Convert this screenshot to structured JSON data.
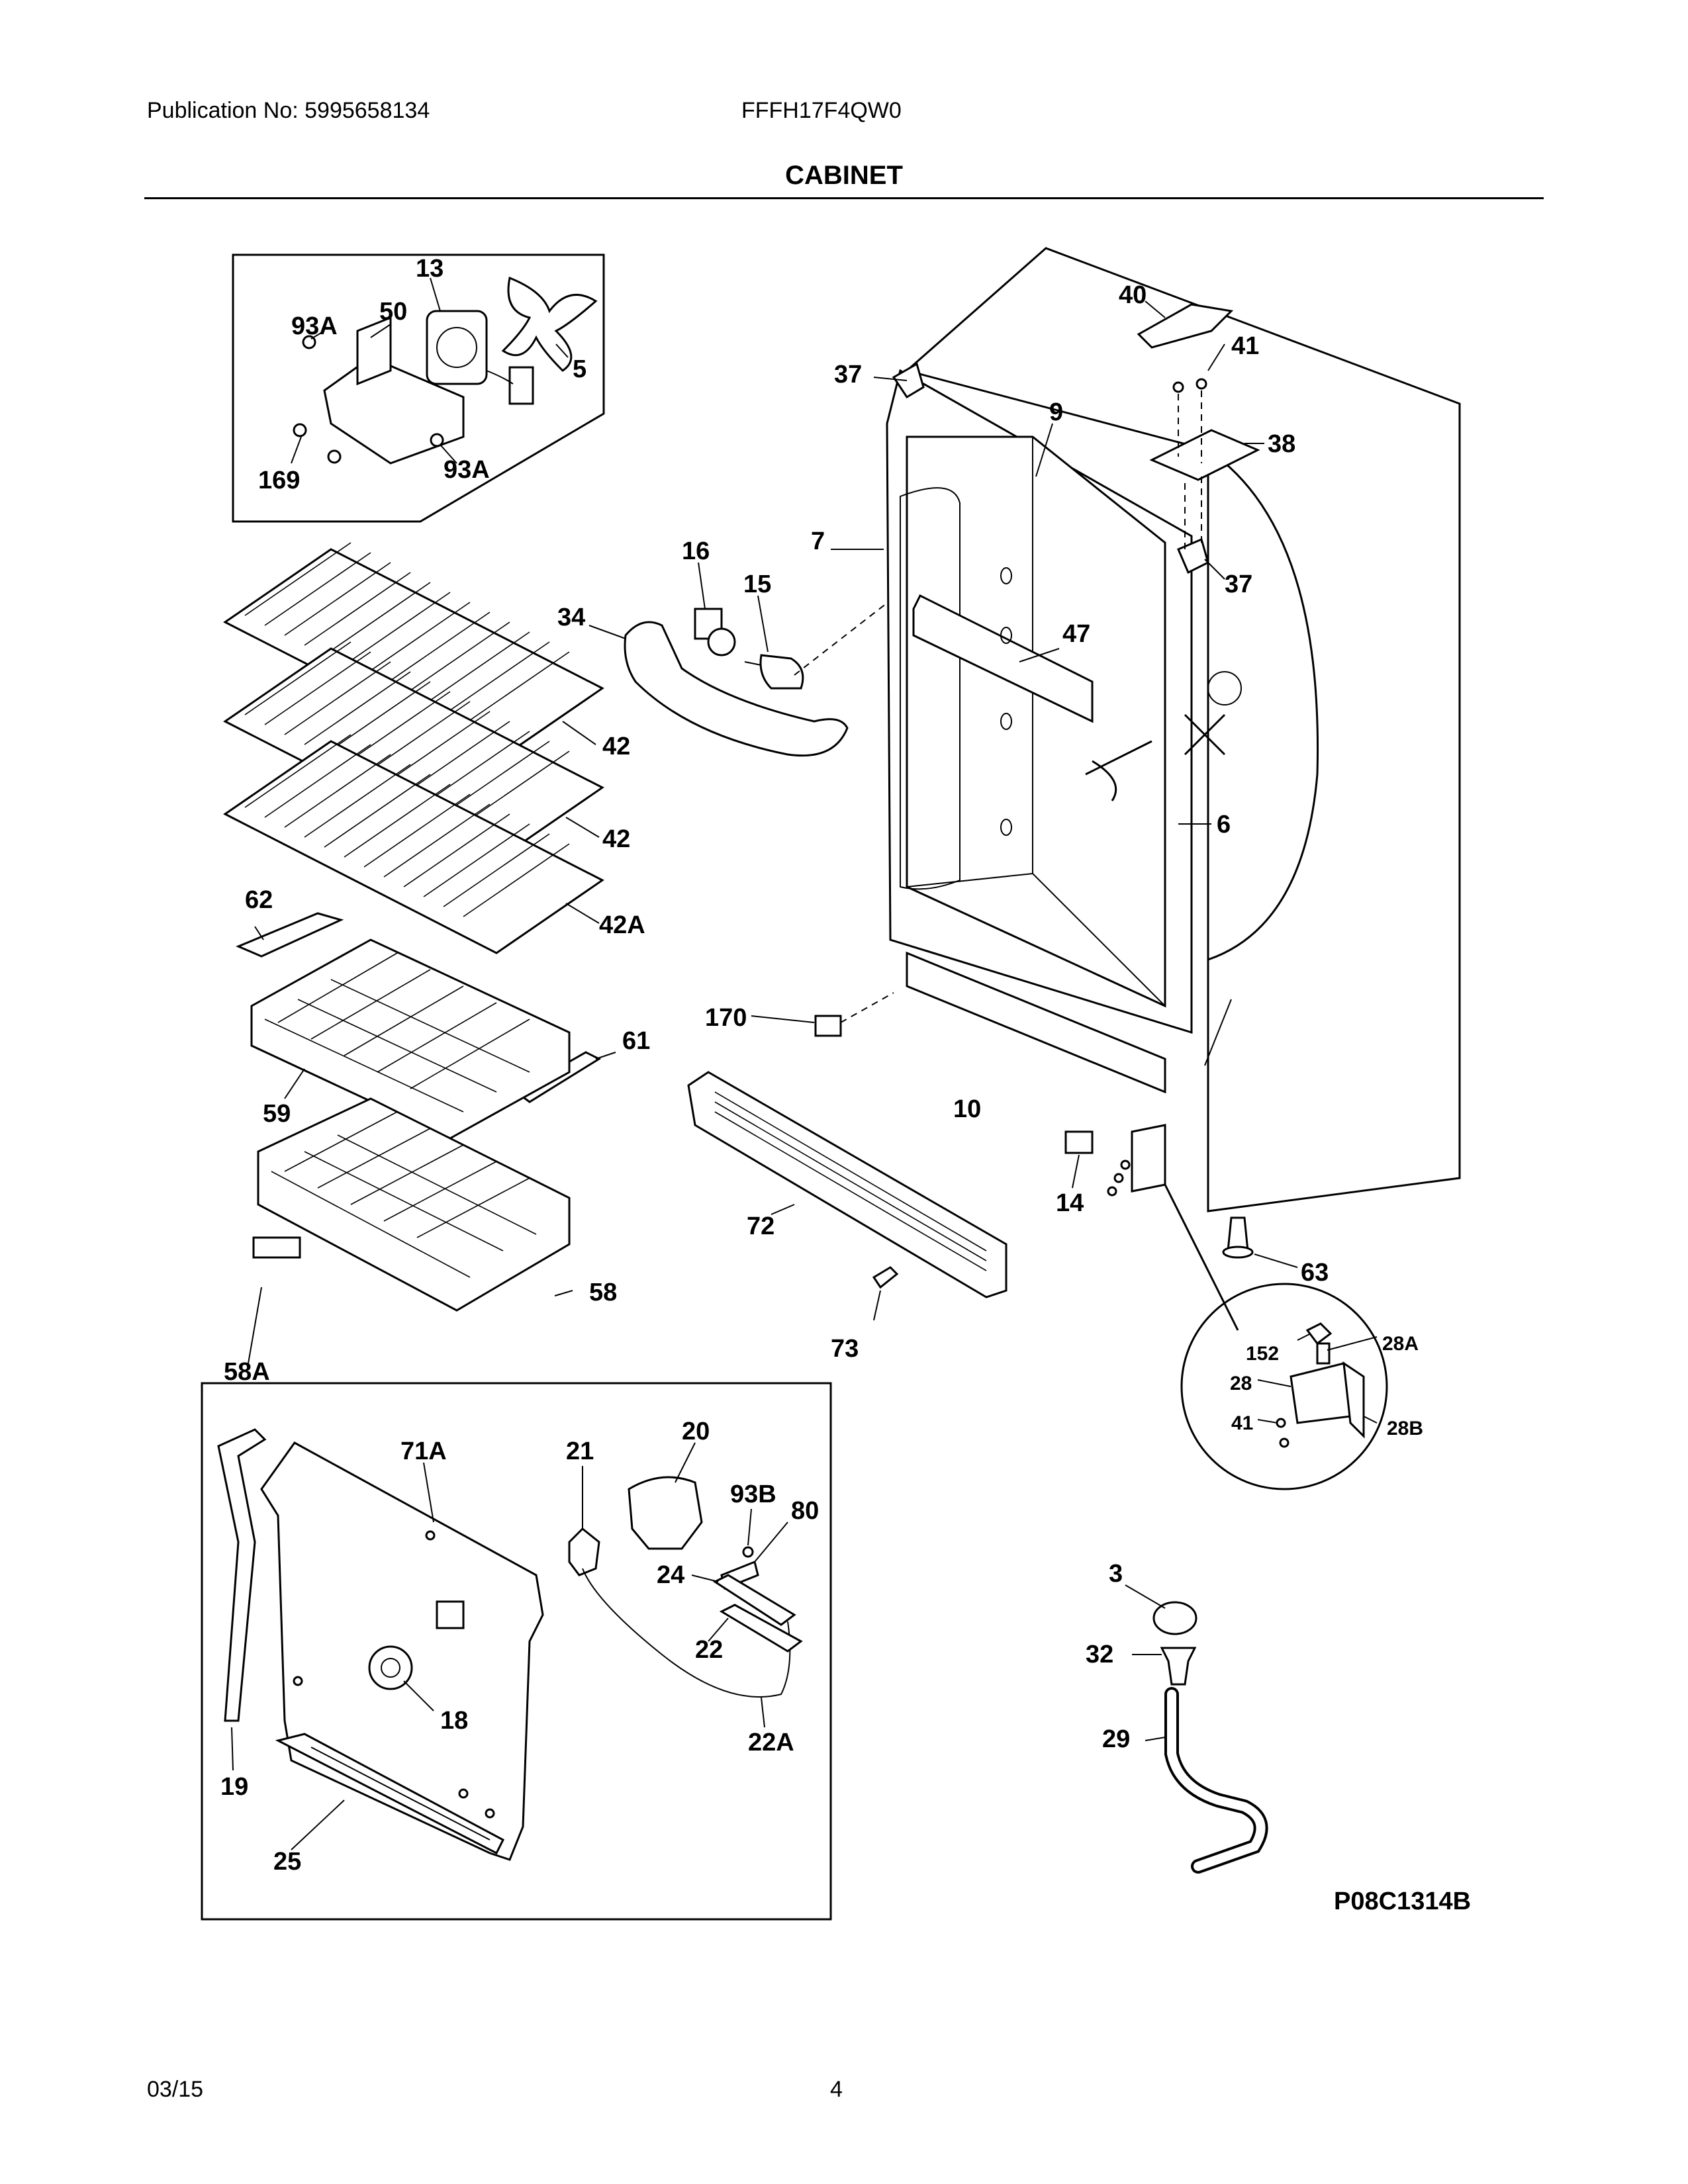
{
  "header": {
    "publication": "Publication No: 5995658134",
    "model": "FFFH17F4QW0",
    "title": "CABINET"
  },
  "footer": {
    "date": "03/15",
    "page": "4"
  },
  "diagram_code": "P08C1314B",
  "part_callouts": {
    "c13": "13",
    "c50": "50",
    "c93a_1": "93A",
    "c5": "5",
    "c169": "169",
    "c93a_2": "93A",
    "c37_1": "37",
    "c40": "40",
    "c41_1": "41",
    "c9": "9",
    "c38": "38",
    "c37_2": "37",
    "c16": "16",
    "c15": "15",
    "c7": "7",
    "c34": "34",
    "c47": "47",
    "c42_1": "42",
    "c42_2": "42",
    "c6": "6",
    "c42a": "42A",
    "c62": "62",
    "c170": "170",
    "c61": "61",
    "c10": "10",
    "c59": "59",
    "c14": "14",
    "c72": "72",
    "c63": "63",
    "c58": "58",
    "c73": "73",
    "c58a": "58A",
    "c152": "152",
    "c28a": "28A",
    "c28": "28",
    "c41_2": "41",
    "c28b": "28B",
    "c20": "20",
    "c71a": "71A",
    "c21": "21",
    "c93b": "93B",
    "c80": "80",
    "c24": "24",
    "c22": "22",
    "c18": "18",
    "c22a": "22A",
    "c19": "19",
    "c25": "25",
    "c3": "3",
    "c32": "32",
    "c29": "29"
  }
}
